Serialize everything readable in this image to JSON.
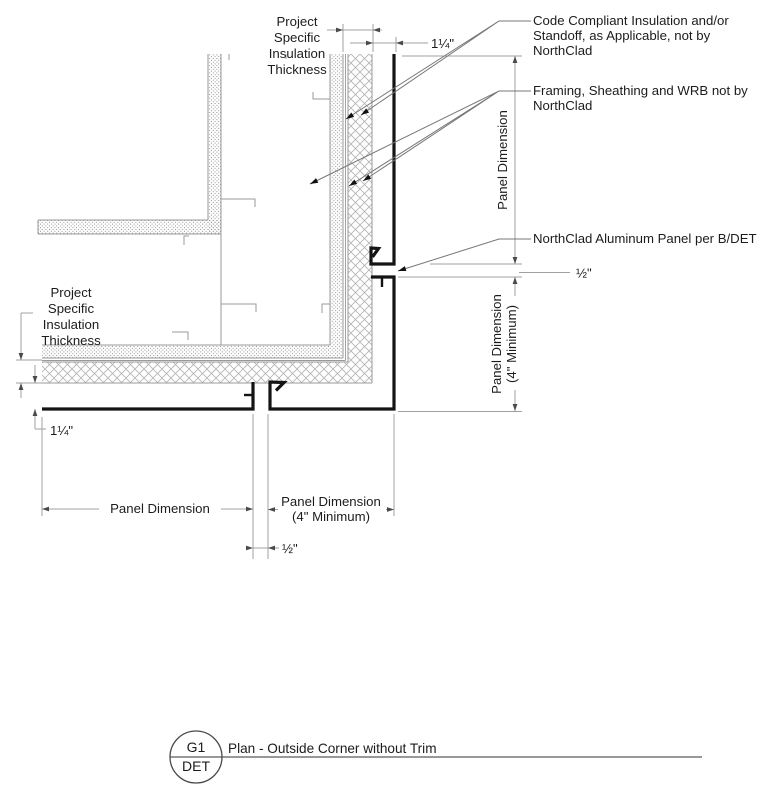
{
  "notes": {
    "insulation_thickness_lines": [
      "Project",
      "Specific",
      "Insulation",
      "Thickness"
    ],
    "code_lines": [
      "Code Compliant Insulation and/or",
      "Standoff, as Applicable, not by",
      "NorthClad"
    ],
    "framing_lines": [
      "Framing, Sheathing and WRB not by",
      "NorthClad"
    ],
    "panel_note": "NorthClad Aluminum Panel per B/DET"
  },
  "dimensions": {
    "top_gap": "1¼\"",
    "left_gap": "1¼\"",
    "panel_dimension": "Panel Dimension",
    "panel_dimension_min_line1": "Panel Dimension",
    "panel_dimension_min_line2": "(4\" Minimum)",
    "reveal_right": "½\"",
    "reveal_bottom": "½\""
  },
  "title_block": {
    "detail_id": "G1",
    "sheet_ref": "DET",
    "title": "Plan - Outside Corner without Trim"
  },
  "colors": {
    "panel_line": "#141414",
    "drawing_line": "#9a9a9a",
    "text": "#1c1c1c"
  }
}
